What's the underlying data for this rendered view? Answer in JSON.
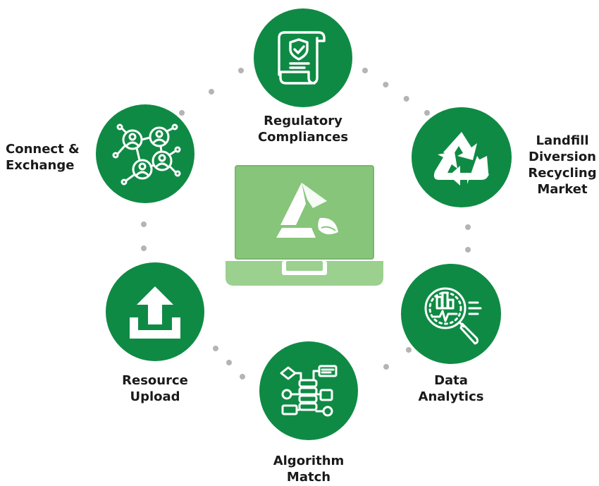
{
  "colors": {
    "node": "#0f8a44",
    "laptop_screen": "#86c57a",
    "laptop_base": "#9bd08f",
    "dot": "#b4b4b4",
    "text": "#1a1a1a"
  },
  "nodes": [
    {
      "id": "regulatory",
      "icon": "shield-document-icon",
      "label_lines": [
        "Regulatory",
        "Compliances"
      ]
    },
    {
      "id": "landfill",
      "icon": "recycle-icon",
      "label_lines": [
        "Landfill",
        "Diversion",
        "Recycling",
        "Market"
      ]
    },
    {
      "id": "analytics",
      "icon": "magnifier-chart-icon",
      "label_lines": [
        "Data",
        "Analytics"
      ]
    },
    {
      "id": "algorithm",
      "icon": "flowchart-icon",
      "label_lines": [
        "Algorithm",
        "Match"
      ]
    },
    {
      "id": "upload",
      "icon": "upload-icon",
      "label_lines": [
        "Resource",
        "Upload"
      ]
    },
    {
      "id": "connect",
      "icon": "network-people-icon",
      "label_lines": [
        "Connect &",
        "Exchange"
      ]
    }
  ],
  "center": {
    "icon": "recycle-leaf-logo-icon"
  }
}
